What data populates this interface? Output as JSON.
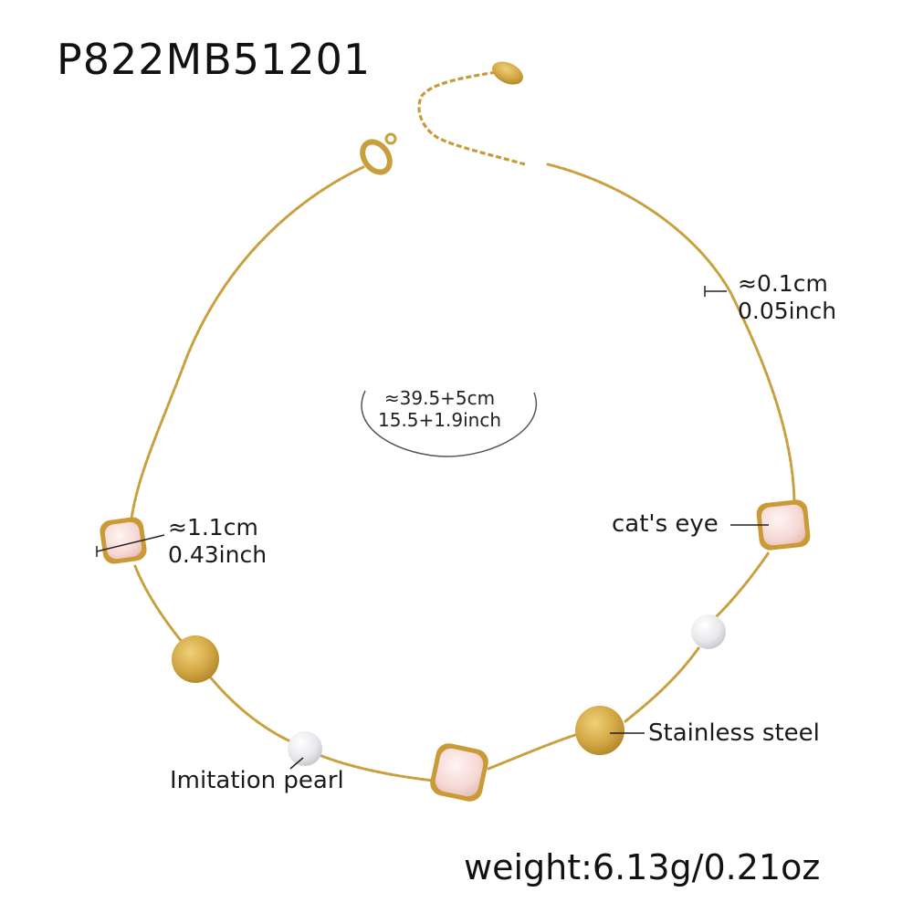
{
  "product_code": "P822MB51201",
  "weight": "weight:6.13g/0.21oz",
  "total_length": {
    "cm": "≈39.5+5cm",
    "inch": "15.5+1.9inch"
  },
  "chain_width": {
    "cm": "≈0.1cm",
    "inch": "0.05inch"
  },
  "stone_size": {
    "cm": "≈1.1cm",
    "inch": "0.43inch"
  },
  "callouts": {
    "cats_eye": "cat's eye",
    "stainless_steel": "Stainless steel",
    "imitation_pearl": "Imitation pearl"
  },
  "colors": {
    "gold": "#d2a845",
    "cats_eye": "#f5dcd8",
    "pearl": "#eeeef0"
  }
}
